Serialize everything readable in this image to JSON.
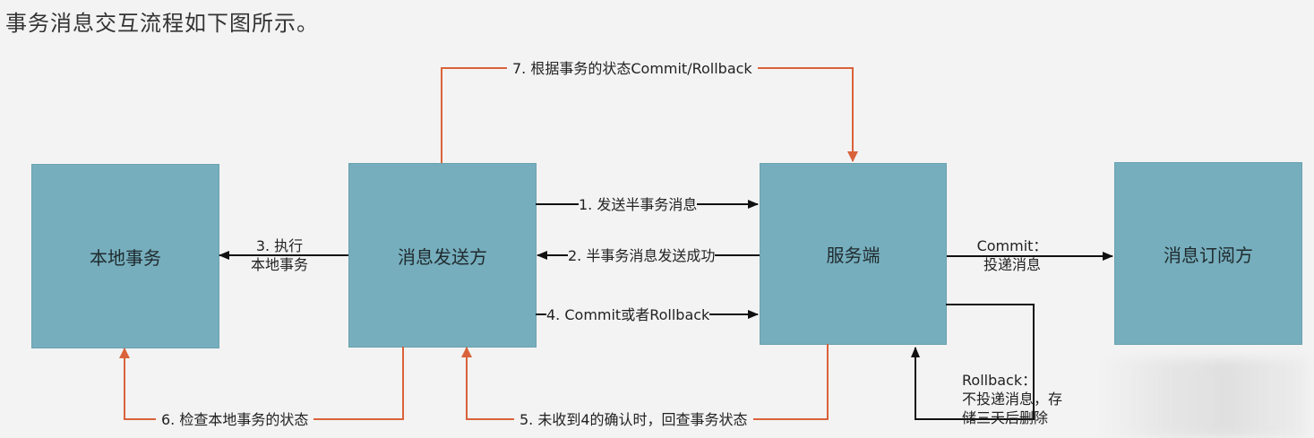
{
  "caption": "事务消息交互流程如下图所示。",
  "nodes": {
    "local": "本地事务",
    "sender": "消息发送方",
    "server": "服务端",
    "subscriber": "消息订阅方"
  },
  "edges": {
    "step1": "1. 发送半事务消息",
    "step2": "2. 半事务消息发送成功",
    "step3": "3. 执行\n本地事务",
    "step4": "4. Commit或者Rollback",
    "step5": "5. 未收到4的确认时，回查事务状态",
    "step6": "6. 检查本地事务的状态",
    "step7": "7. 根据事务的状态Commit/Rollback",
    "commit": "Commit：\n投递消息",
    "rollback": "Rollback：\n不投递消息，存\n储三天后删除"
  },
  "colors": {
    "box_fill": "#76aebd",
    "black_arrow": "#111111",
    "orange_arrow": "#d9623a"
  }
}
